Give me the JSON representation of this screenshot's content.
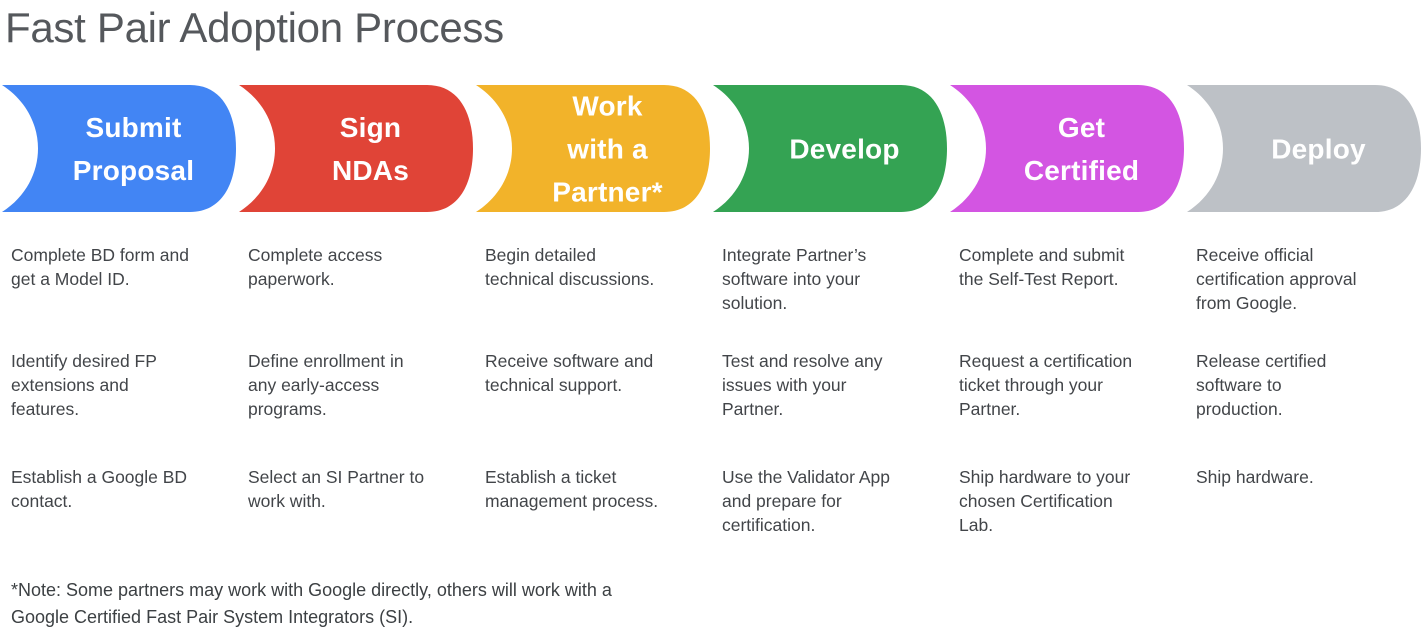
{
  "title": "Fast Pair Adoption Process",
  "footnote": "*Note: Some partners may work with Google directly, others will work with a\nGoogle Certified Fast Pair System Integrators (SI).",
  "colors": {
    "blue": "#4285F4",
    "red": "#E04437",
    "yellow": "#F2B32A",
    "green": "#34A353",
    "magenta": "#D355E2",
    "gray": "#BDC1C6",
    "title_text": "#55585C",
    "body_text": "#424549"
  },
  "stages": [
    {
      "label": "Submit\nProposal",
      "color": "#4285F4",
      "steps": [
        "Complete BD form and\nget a Model ID.",
        "Identify desired FP\nextensions and\nfeatures.",
        "Establish a Google BD\ncontact."
      ]
    },
    {
      "label": "Sign\nNDAs",
      "color": "#E04437",
      "steps": [
        "Complete access\npaperwork.",
        "Define enrollment in\nany early-access\nprograms.",
        "Select an SI Partner to\nwork with."
      ]
    },
    {
      "label": "Work\nwith a\nPartner*",
      "color": "#F2B32A",
      "steps": [
        "Begin detailed\ntechnical discussions.",
        "Receive software and\ntechnical support.",
        "Establish a ticket\nmanagement process."
      ]
    },
    {
      "label": "Develop",
      "color": "#34A353",
      "steps": [
        "Integrate Partner’s\nsoftware into your\nsolution.",
        "Test and resolve any\nissues with your\nPartner.",
        "Use the Validator App\nand prepare for\ncertification."
      ]
    },
    {
      "label": "Get\nCertified",
      "color": "#D355E2",
      "steps": [
        "Complete and submit\nthe Self-Test Report.",
        "Request a certification\nticket through your\nPartner.",
        "Ship hardware to your\nchosen Certification\nLab."
      ]
    },
    {
      "label": "Deploy",
      "color": "#BDC1C6",
      "steps": [
        "Receive official\ncertification approval\nfrom Google.",
        "Release certified\nsoftware to\nproduction.",
        "Ship hardware."
      ]
    }
  ]
}
